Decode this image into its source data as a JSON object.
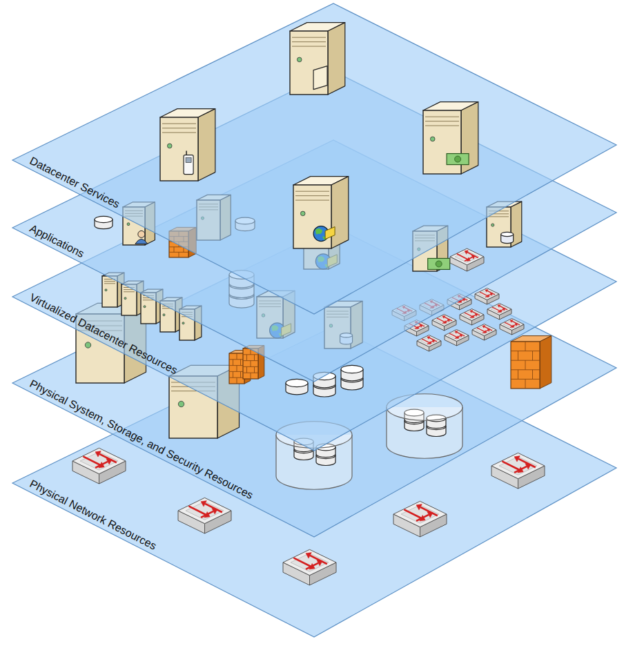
{
  "diagram": {
    "nodes": [
      {
        "text": [
          "Datacenter Services"
        ]
      },
      {
        "text": [
          "Applications"
        ]
      },
      {
        "text": [
          "Virtualized Datacenter Resources"
        ]
      },
      {
        "text": [
          "Physical System, Storage, and Security Resources"
        ]
      },
      {
        "text": [
          "Physical Network Resources"
        ]
      }
    ]
  }
}
